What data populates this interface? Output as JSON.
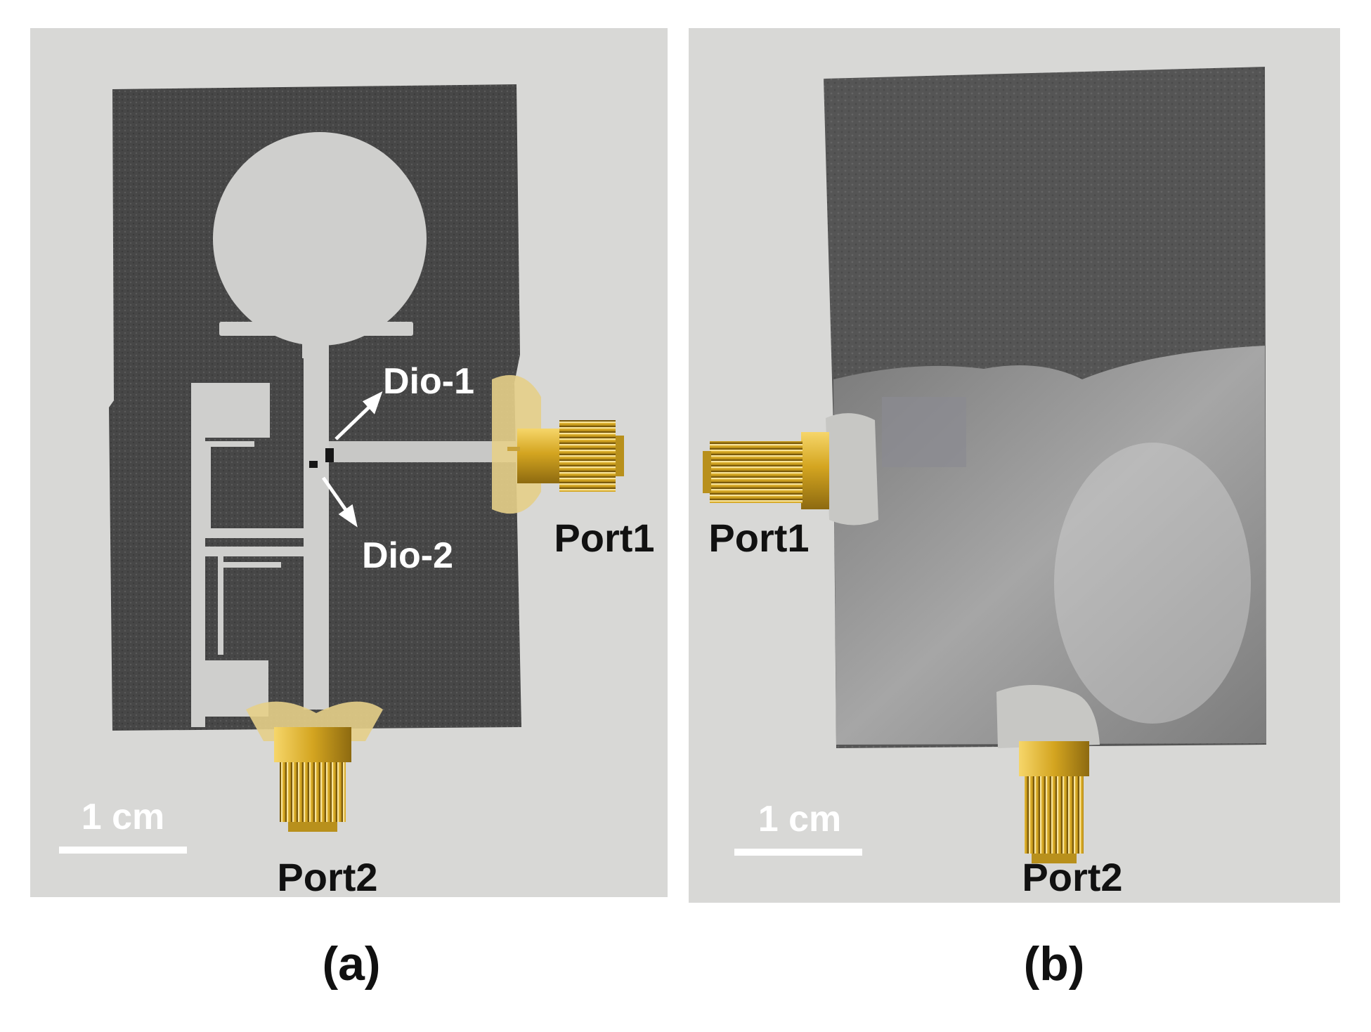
{
  "panel_a": {
    "caption": "(a)",
    "port1_label": "Port1",
    "port2_label": "Port2",
    "diode1_label": "Dio-1",
    "diode2_label": "Dio-2",
    "scale_label": "1 cm"
  },
  "panel_b": {
    "caption": "(b)",
    "port1_label": "Port1",
    "port2_label": "Port2",
    "scale_label": "1 cm"
  },
  "colors": {
    "background_photo": "#d6d6d4",
    "substrate": "#474747",
    "conductor": "#cfcfcd",
    "ground_plane": "#8e8e8e",
    "connector_gold": "#d4a520",
    "label_white": "#ffffff",
    "label_black": "#111111"
  }
}
